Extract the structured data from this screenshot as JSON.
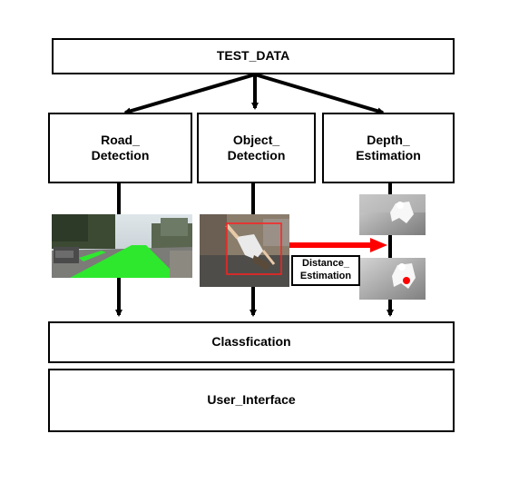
{
  "nodes": {
    "test_data": "TEST_DATA",
    "road_detection": "Road_\nDetection",
    "object_detection": "Object_\nDetection",
    "depth_estimation": "Depth_\nEstimation",
    "distance_estimation": "Distance_\nEstimation",
    "classification": "Classfication",
    "user_interface": "User_Interface"
  },
  "colors": {
    "line": "#000000",
    "highlight_arrow": "#ff0000",
    "road_overlay": "#2ee82e",
    "bbox": "#ff2020",
    "depth_marker": "#ff0000"
  },
  "images": {
    "road": "road-segmentation-photo",
    "object": "person-with-bounding-box-photo",
    "depth_top": "depth-map",
    "depth_bottom": "depth-map-with-marker"
  }
}
